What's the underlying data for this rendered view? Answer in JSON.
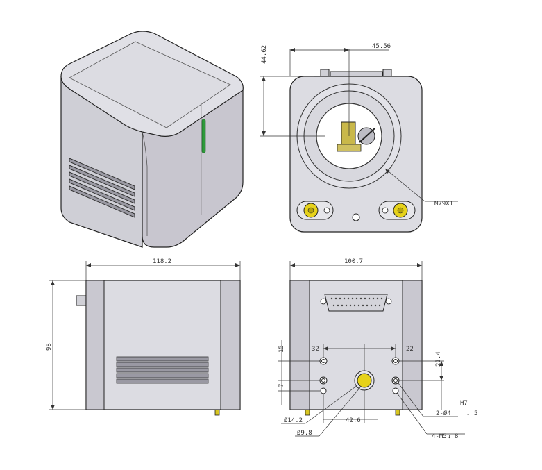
{
  "dimensions": {
    "front_depth": "44.62",
    "front_offset": "45.56",
    "thread": "M79X1",
    "side_length": "118.2",
    "side_height": "98",
    "back_width": "100.7",
    "back_left_offset": "32",
    "back_right_offset": "22",
    "back_top_spacing": "15",
    "back_bottom_spacing": "7",
    "back_vertical": "22.4",
    "back_horizontal": "42.6",
    "dia_outer": "Ø14.2",
    "dia_inner": "Ø9.8",
    "hole_spec": "2-Ø4",
    "hole_depth": "5",
    "tolerance": "H7",
    "thread_spec": "4-M5",
    "thread_depth": "8"
  },
  "colors": {
    "body_fill": "#dddde3",
    "body_shade": "#c9c8d0",
    "outline": "#222222",
    "dim_line": "#333333",
    "indicator": "#2e9a3a",
    "connector": "#e6d21a"
  }
}
